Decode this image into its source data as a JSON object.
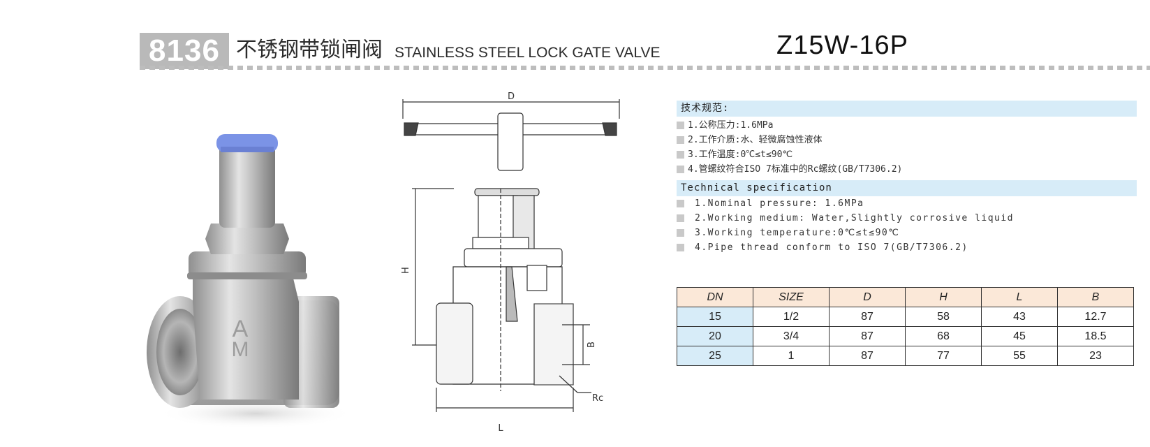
{
  "header": {
    "code": "8136",
    "title_cn": "不锈钢带锁闸阀",
    "title_en": "STAINLESS STEEL LOCK GATE VALVE",
    "model": "Z15W-16P"
  },
  "drawing": {
    "label_d": "D",
    "label_h": "H",
    "label_b": "B",
    "label_l": "L",
    "label_rc": "Rc"
  },
  "spec_cn": {
    "heading": "技术规范:",
    "items": [
      "1.公称压力:1.6MPa",
      "2.工作介质:水、轻微腐蚀性液体",
      "3.工作温度:0℃≤t≤90℃",
      "4.管螺纹符合ISO 7标准中的Rc螺纹(GB/T7306.2)"
    ]
  },
  "spec_en": {
    "heading": "Technical specification",
    "items": [
      "1.Nominal pressure: 1.6MPa",
      "2.Working medium: Water,Slightly corrosive liquid",
      "3.Working temperature:0℃≤t≤90℃",
      "4.Pipe thread conform to ISO 7(GB/T7306.2)"
    ]
  },
  "table": {
    "headers": [
      "DN",
      "SIZE",
      "D",
      "H",
      "L",
      "B"
    ],
    "rows": [
      [
        "15",
        "1/2",
        "87",
        "58",
        "43",
        "12.7"
      ],
      [
        "20",
        "3/4",
        "87",
        "68",
        "45",
        "18.5"
      ],
      [
        "25",
        "1",
        "87",
        "77",
        "55",
        "23"
      ]
    ]
  },
  "colors": {
    "code_box": "#b9b9b9",
    "section_header": "#d7ecf8",
    "table_header": "#fbe8d8",
    "cap_blue": "#7b93e6"
  },
  "icons": {
    "photo": "stainless-gate-valve-photo",
    "drawing": "valve-section-drawing"
  }
}
